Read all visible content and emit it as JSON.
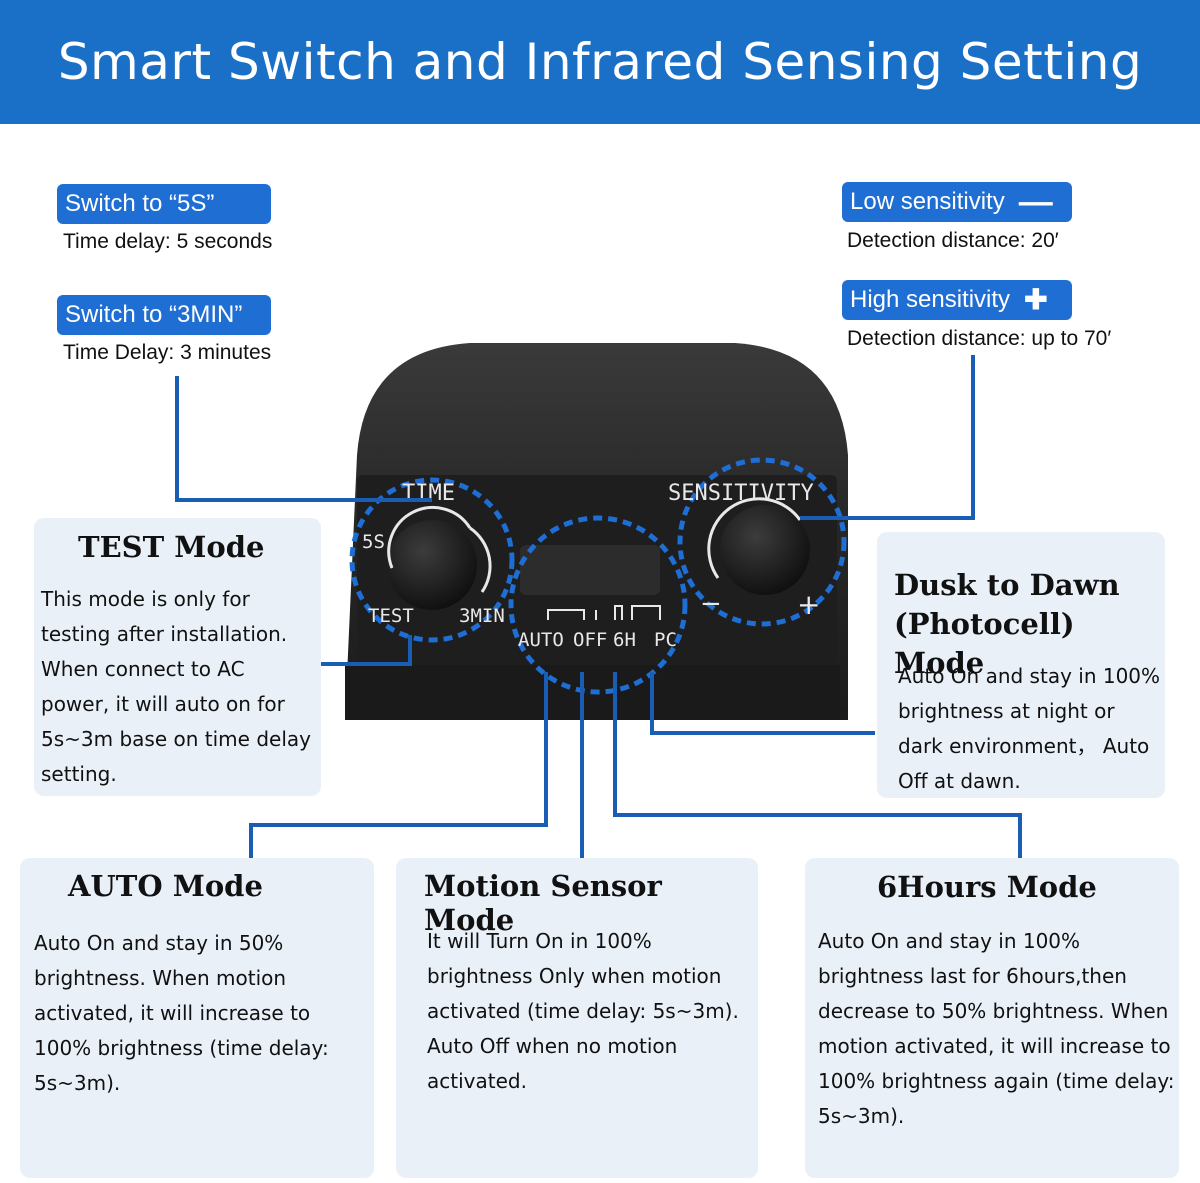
{
  "title": "Smart Switch and Infrared Sensing Setting",
  "time_settings": [
    {
      "tag": "Switch to  “5S”",
      "desc": "Time delay:  5 seconds"
    },
    {
      "tag": "Switch to “3MIN”",
      "desc": "Time Delay:  3 minutes"
    }
  ],
  "sensitivity_settings": [
    {
      "tag": "Low sensitivity",
      "symbol": "—",
      "desc": "Detection distance: 20′"
    },
    {
      "tag": "High sensitivity",
      "symbol": "✚",
      "desc": "Detection distance: up to 70′"
    }
  ],
  "device_labels": {
    "time": "TIME",
    "sensitivity": "SENSITIVITY",
    "dial_5s": "5S",
    "test": "TEST",
    "dial_3min": "3MIN",
    "minus": "−",
    "plus": "+",
    "auto": "AUTO",
    "off": "OFF",
    "six_h": "6H",
    "pc": "PC"
  },
  "modes": {
    "test": {
      "title": "TEST Mode",
      "text": "This mode is only for testing after installation. When connect to AC power, it will auto on for 5s~3m base on time delay setting."
    },
    "dusk": {
      "title": "Dusk to Dawn (Photocell) Mode",
      "text": "Auto On and stay in 100% brightness at night or dark environment， Auto Off at dawn."
    },
    "auto": {
      "title": "AUTO Mode",
      "text": "Auto On and stay in 50% brightness. When motion activated, it will increase to 100% brightness (time delay: 5s~3m)."
    },
    "motion": {
      "title": "Motion Sensor Mode",
      "text": "It will Turn On in 100% brightness Only when motion activated (time delay: 5s~3m). Auto Off when no motion activated."
    },
    "six_hours": {
      "title": "6Hours Mode",
      "text": "Auto On and stay in 100% brightness last for 6hours,then decrease to 50% brightness. When motion activated, it will increase to 100% brightness again (time delay: 5s~3m)."
    }
  },
  "colors": {
    "header": "#1a70c7",
    "tag": "#1f6ed4",
    "line": "#1a5db5",
    "box": "#e9f0f8",
    "device": "#2a2a2a"
  }
}
